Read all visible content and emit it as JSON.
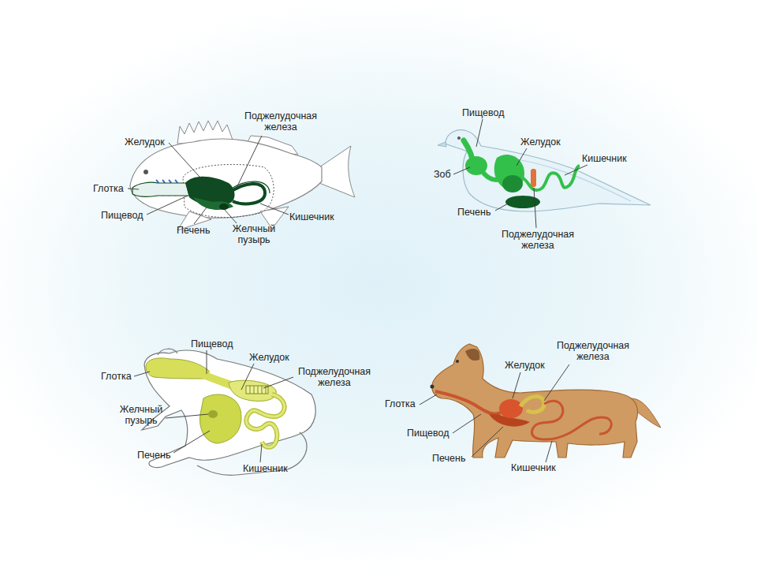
{
  "diagram": {
    "labels": [
      "Поджелудочная железа",
      "Желудок",
      "Глотка",
      "Пищевод",
      "Печень",
      "Желчный пузырь",
      "Кишечник",
      "Пищевод",
      "Желудок",
      "Кишечник",
      "Зоб",
      "Печень",
      "Поджелудочная железа",
      "Пищевод",
      "Желудок",
      "Глотка",
      "Поджелудочная железа",
      "Желчный пузырь",
      "Печень",
      "Кишечник",
      "Поджелудочная железа",
      "Желудок",
      "Глотка",
      "Пищевод",
      "Печень",
      "Кишечник"
    ]
  }
}
